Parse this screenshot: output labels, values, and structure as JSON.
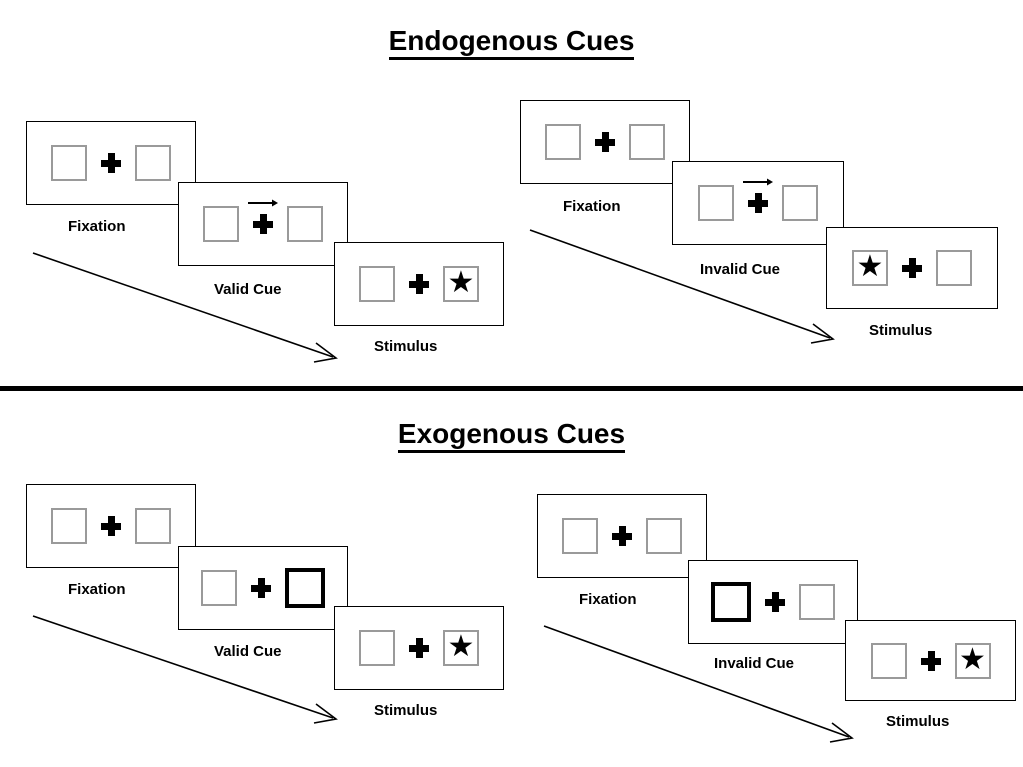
{
  "figure": {
    "title_endogenous": "Endogenous Cues",
    "title_exogenous": "Exogenous Cues"
  },
  "icons": {
    "star": "★",
    "fixation_plus": "plus-icon",
    "cue_arrow": "right-arrow-icon",
    "flow_arrow": "time-flow-arrow-icon"
  },
  "sections": [
    {
      "id": "endogenous",
      "title": "Endogenous Cues",
      "columns": [
        {
          "id": "endogenous-valid",
          "condition": "Valid",
          "panels": [
            {
              "caption": "Fixation",
              "cue": "none",
              "cue_side": "none",
              "target": "none",
              "target_side": "none"
            },
            {
              "caption": "Valid Cue",
              "cue": "arrow",
              "cue_side": "right",
              "target": "none",
              "target_side": "none"
            },
            {
              "caption": "Stimulus",
              "cue": "none",
              "cue_side": "none",
              "target": "star",
              "target_side": "right"
            }
          ]
        },
        {
          "id": "endogenous-invalid",
          "condition": "Invalid",
          "panels": [
            {
              "caption": "Fixation",
              "cue": "none",
              "cue_side": "none",
              "target": "none",
              "target_side": "none"
            },
            {
              "caption": "Invalid Cue",
              "cue": "arrow",
              "cue_side": "right",
              "target": "none",
              "target_side": "none"
            },
            {
              "caption": "Stimulus",
              "cue": "none",
              "cue_side": "none",
              "target": "star",
              "target_side": "left"
            }
          ]
        }
      ]
    },
    {
      "id": "exogenous",
      "title": "Exogenous Cues",
      "columns": [
        {
          "id": "exogenous-valid",
          "condition": "Valid",
          "panels": [
            {
              "caption": "Fixation",
              "cue": "none",
              "cue_side": "none",
              "target": "none",
              "target_side": "none"
            },
            {
              "caption": "Valid Cue",
              "cue": "bold-box",
              "cue_side": "right",
              "target": "none",
              "target_side": "none"
            },
            {
              "caption": "Stimulus",
              "cue": "none",
              "cue_side": "none",
              "target": "star",
              "target_side": "right"
            }
          ]
        },
        {
          "id": "exogenous-invalid",
          "condition": "Invalid",
          "panels": [
            {
              "caption": "Fixation",
              "cue": "none",
              "cue_side": "none",
              "target": "none",
              "target_side": "none"
            },
            {
              "caption": "Invalid Cue",
              "cue": "bold-box",
              "cue_side": "left",
              "target": "none",
              "target_side": "none"
            },
            {
              "caption": "Stimulus",
              "cue": "none",
              "cue_side": "none",
              "target": "star",
              "target_side": "right"
            }
          ]
        }
      ]
    }
  ],
  "colors": {
    "ink": "#000000",
    "box_outline": "#9a9a9a",
    "cued_box_outline": "#000000",
    "panel_outline": "#000000",
    "background": "#ffffff"
  }
}
